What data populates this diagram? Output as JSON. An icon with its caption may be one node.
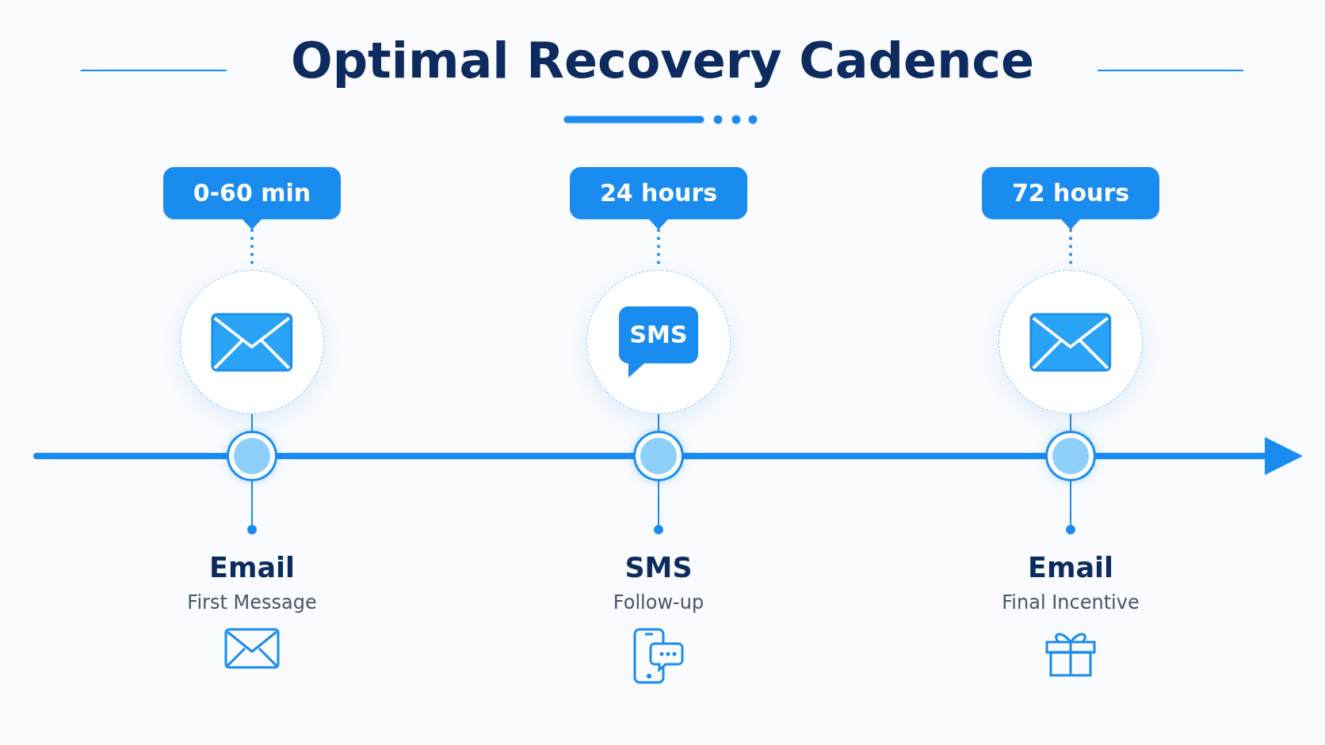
{
  "diagram": {
    "title": "Optimal Recovery Cadence",
    "nodes": [
      {
        "text": [
          "0-60 min"
        ]
      },
      {
        "text": [
          "24 hours"
        ]
      },
      {
        "text": [
          "72 hours"
        ]
      },
      {
        "text": [],
        "shape": "circle"
      },
      {
        "text": [
          "SMS"
        ]
      },
      {
        "text": [],
        "shape": "circle"
      },
      {
        "text": [],
        "shape": "circle"
      },
      {
        "text": [],
        "shape": "circle"
      },
      {
        "text": [],
        "shape": "circle"
      },
      {
        "text": [
          "Email",
          "First Message"
        ]
      },
      {
        "text": [
          "SMS",
          "Follow-up"
        ]
      },
      {
        "text": [
          "Email",
          "Final Incentive"
        ]
      }
    ],
    "edges": [
      {
        "from": 0,
        "to": 3,
        "arrow": "none",
        "style": "dashed"
      },
      {
        "from": 1,
        "to": 4,
        "arrow": "none",
        "style": "dashed"
      },
      {
        "from": 2,
        "to": 5,
        "arrow": "none",
        "style": "dashed"
      },
      {
        "from": 3,
        "to": 6,
        "arrow": "none"
      },
      {
        "from": 4,
        "to": 7,
        "arrow": "none"
      },
      {
        "from": 5,
        "to": 8,
        "arrow": "none"
      },
      {
        "from": 6,
        "to": 9,
        "arrow": "none"
      },
      {
        "from": 7,
        "to": 10,
        "arrow": "none"
      },
      {
        "from": 8,
        "to": 11,
        "arrow": "none"
      },
      {
        "from": null,
        "to": 6,
        "arrow": "none",
        "style": "thick"
      },
      {
        "from": 6,
        "to": 7,
        "arrow": "none",
        "style": "thick"
      },
      {
        "from": 7,
        "to": 8,
        "arrow": "none",
        "style": "thick"
      },
      {
        "from": 8,
        "to": null,
        "arrow": "to",
        "style": "thick"
      }
    ]
  }
}
